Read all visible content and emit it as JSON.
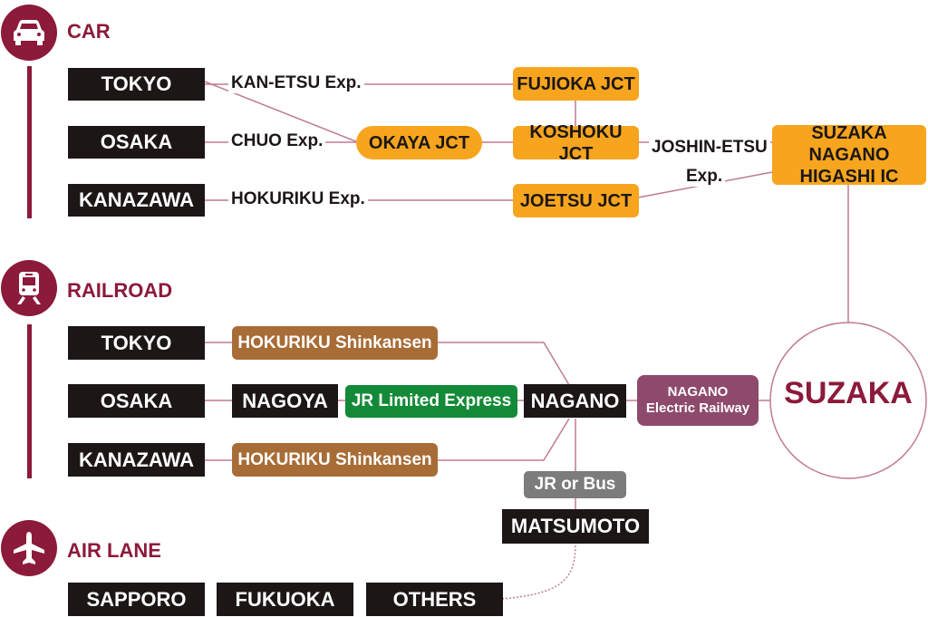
{
  "colors": {
    "accent": "#8c1a3a",
    "line": "#c07a92",
    "junction": "#f7a51e",
    "shinkansen": "#a86c36",
    "limited_express": "#138a37",
    "electric_railway": "#8e4a6c",
    "jr_bus": "#7c7c7c",
    "city": "#1c1716"
  },
  "car": {
    "icon": "car-icon",
    "title": "CAR",
    "origins": [
      "TOKYO",
      "OSAKA",
      "KANAZAWA"
    ],
    "expressways": {
      "kanetsu": "KAN-ETSU Exp.",
      "chuo": "CHUO Exp.",
      "hokuriku": "HOKURIKU Exp.",
      "joshinetsu_1": "JOSHIN-ETSU",
      "joshinetsu_2": "Exp."
    },
    "junctions": {
      "fujioka": "FUJIOKA JCT",
      "okaya": "OKAYA JCT",
      "koshoku": "KOSHOKU JCT",
      "joetsu": "JOETSU JCT"
    },
    "interchange": {
      "line1": "SUZAKA NAGANO",
      "line2": "HIGASHI IC"
    }
  },
  "railroad": {
    "icon": "train-icon",
    "title": "RAILROAD",
    "origins": [
      "TOKYO",
      "OSAKA",
      "KANAZAWA"
    ],
    "shinkansen_tokyo": "HOKURIKU Shinkansen",
    "shinkansen_kanazawa": "HOKURIKU Shinkansen",
    "nagoya": "NAGOYA",
    "limited_express": "JR Limited Express",
    "nagano": "NAGANO",
    "electric_railway": {
      "line1": "NAGANO",
      "line2": "Electric Railway"
    },
    "jr_bus": "JR or Bus",
    "matsumoto": "MATSUMOTO"
  },
  "air": {
    "icon": "airplane-icon",
    "title": "AIR LANE",
    "airports": [
      "SAPPORO",
      "FUKUOKA",
      "OTHERS"
    ]
  },
  "destination": "SUZAKA"
}
